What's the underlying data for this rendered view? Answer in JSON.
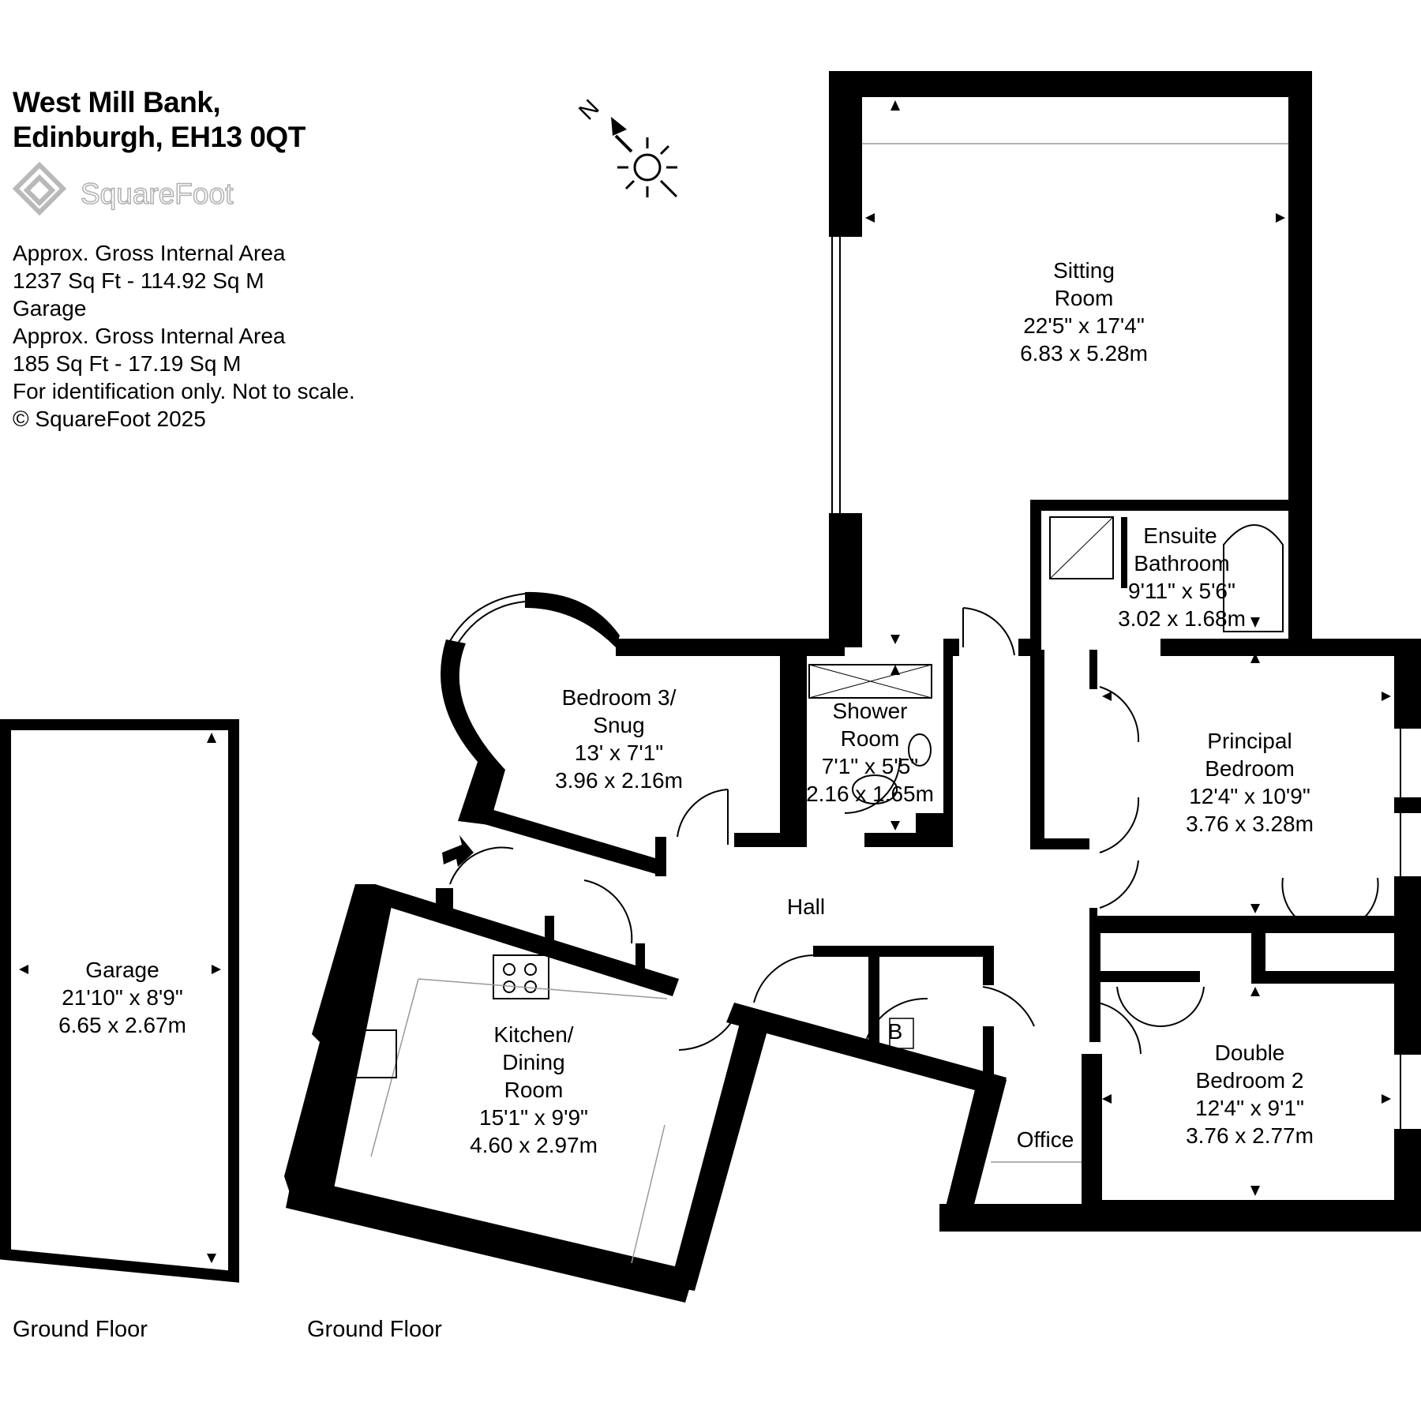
{
  "address": {
    "line1": "West Mill Bank,",
    "line2": "Edinburgh, EH13 0QT"
  },
  "brand": {
    "logo_text": "SquareFoot"
  },
  "area_info": [
    "Approx. Gross Internal Area",
    "1237 Sq Ft  -  114.92 Sq M",
    "Garage",
    "Approx. Gross Internal Area",
    "185 Sq Ft  -  17.19 Sq M",
    "For identification only. Not to scale.",
    "© SquareFoot 2025"
  ],
  "compass": {
    "letter": "N"
  },
  "floor_labels": [
    "Ground Floor",
    "Ground Floor"
  ],
  "rooms": {
    "sitting": [
      "Sitting",
      "Room",
      "22'5\" x 17'4\"",
      "6.83 x 5.28m"
    ],
    "ensuite": [
      "Ensuite",
      "Bathroom",
      "9'11\" x 5'6\"",
      "3.02 x 1.68m"
    ],
    "bedroom3": [
      "Bedroom 3/",
      "Snug",
      "13' x 7'1\"",
      "3.96 x 2.16m"
    ],
    "shower": [
      "Shower",
      "Room",
      "7'1\" x 5'5\"",
      "2.16 x 1.65m"
    ],
    "principal": [
      "Principal",
      "Bedroom",
      "12'4\" x 10'9\"",
      "3.76 x 3.28m"
    ],
    "hall": [
      "Hall"
    ],
    "kitchen": [
      "Kitchen/",
      "Dining",
      "Room",
      "15'1\" x 9'9\"",
      "4.60 x 2.97m"
    ],
    "double2": [
      "Double",
      "Bedroom 2",
      "12'4\" x 9'1\"",
      "3.76 x 2.77m"
    ],
    "office": [
      "Office"
    ],
    "cupboard": [
      "B"
    ],
    "garage": [
      "Garage",
      "21'10\" x 8'9\"",
      "6.65 x 2.67m"
    ]
  }
}
